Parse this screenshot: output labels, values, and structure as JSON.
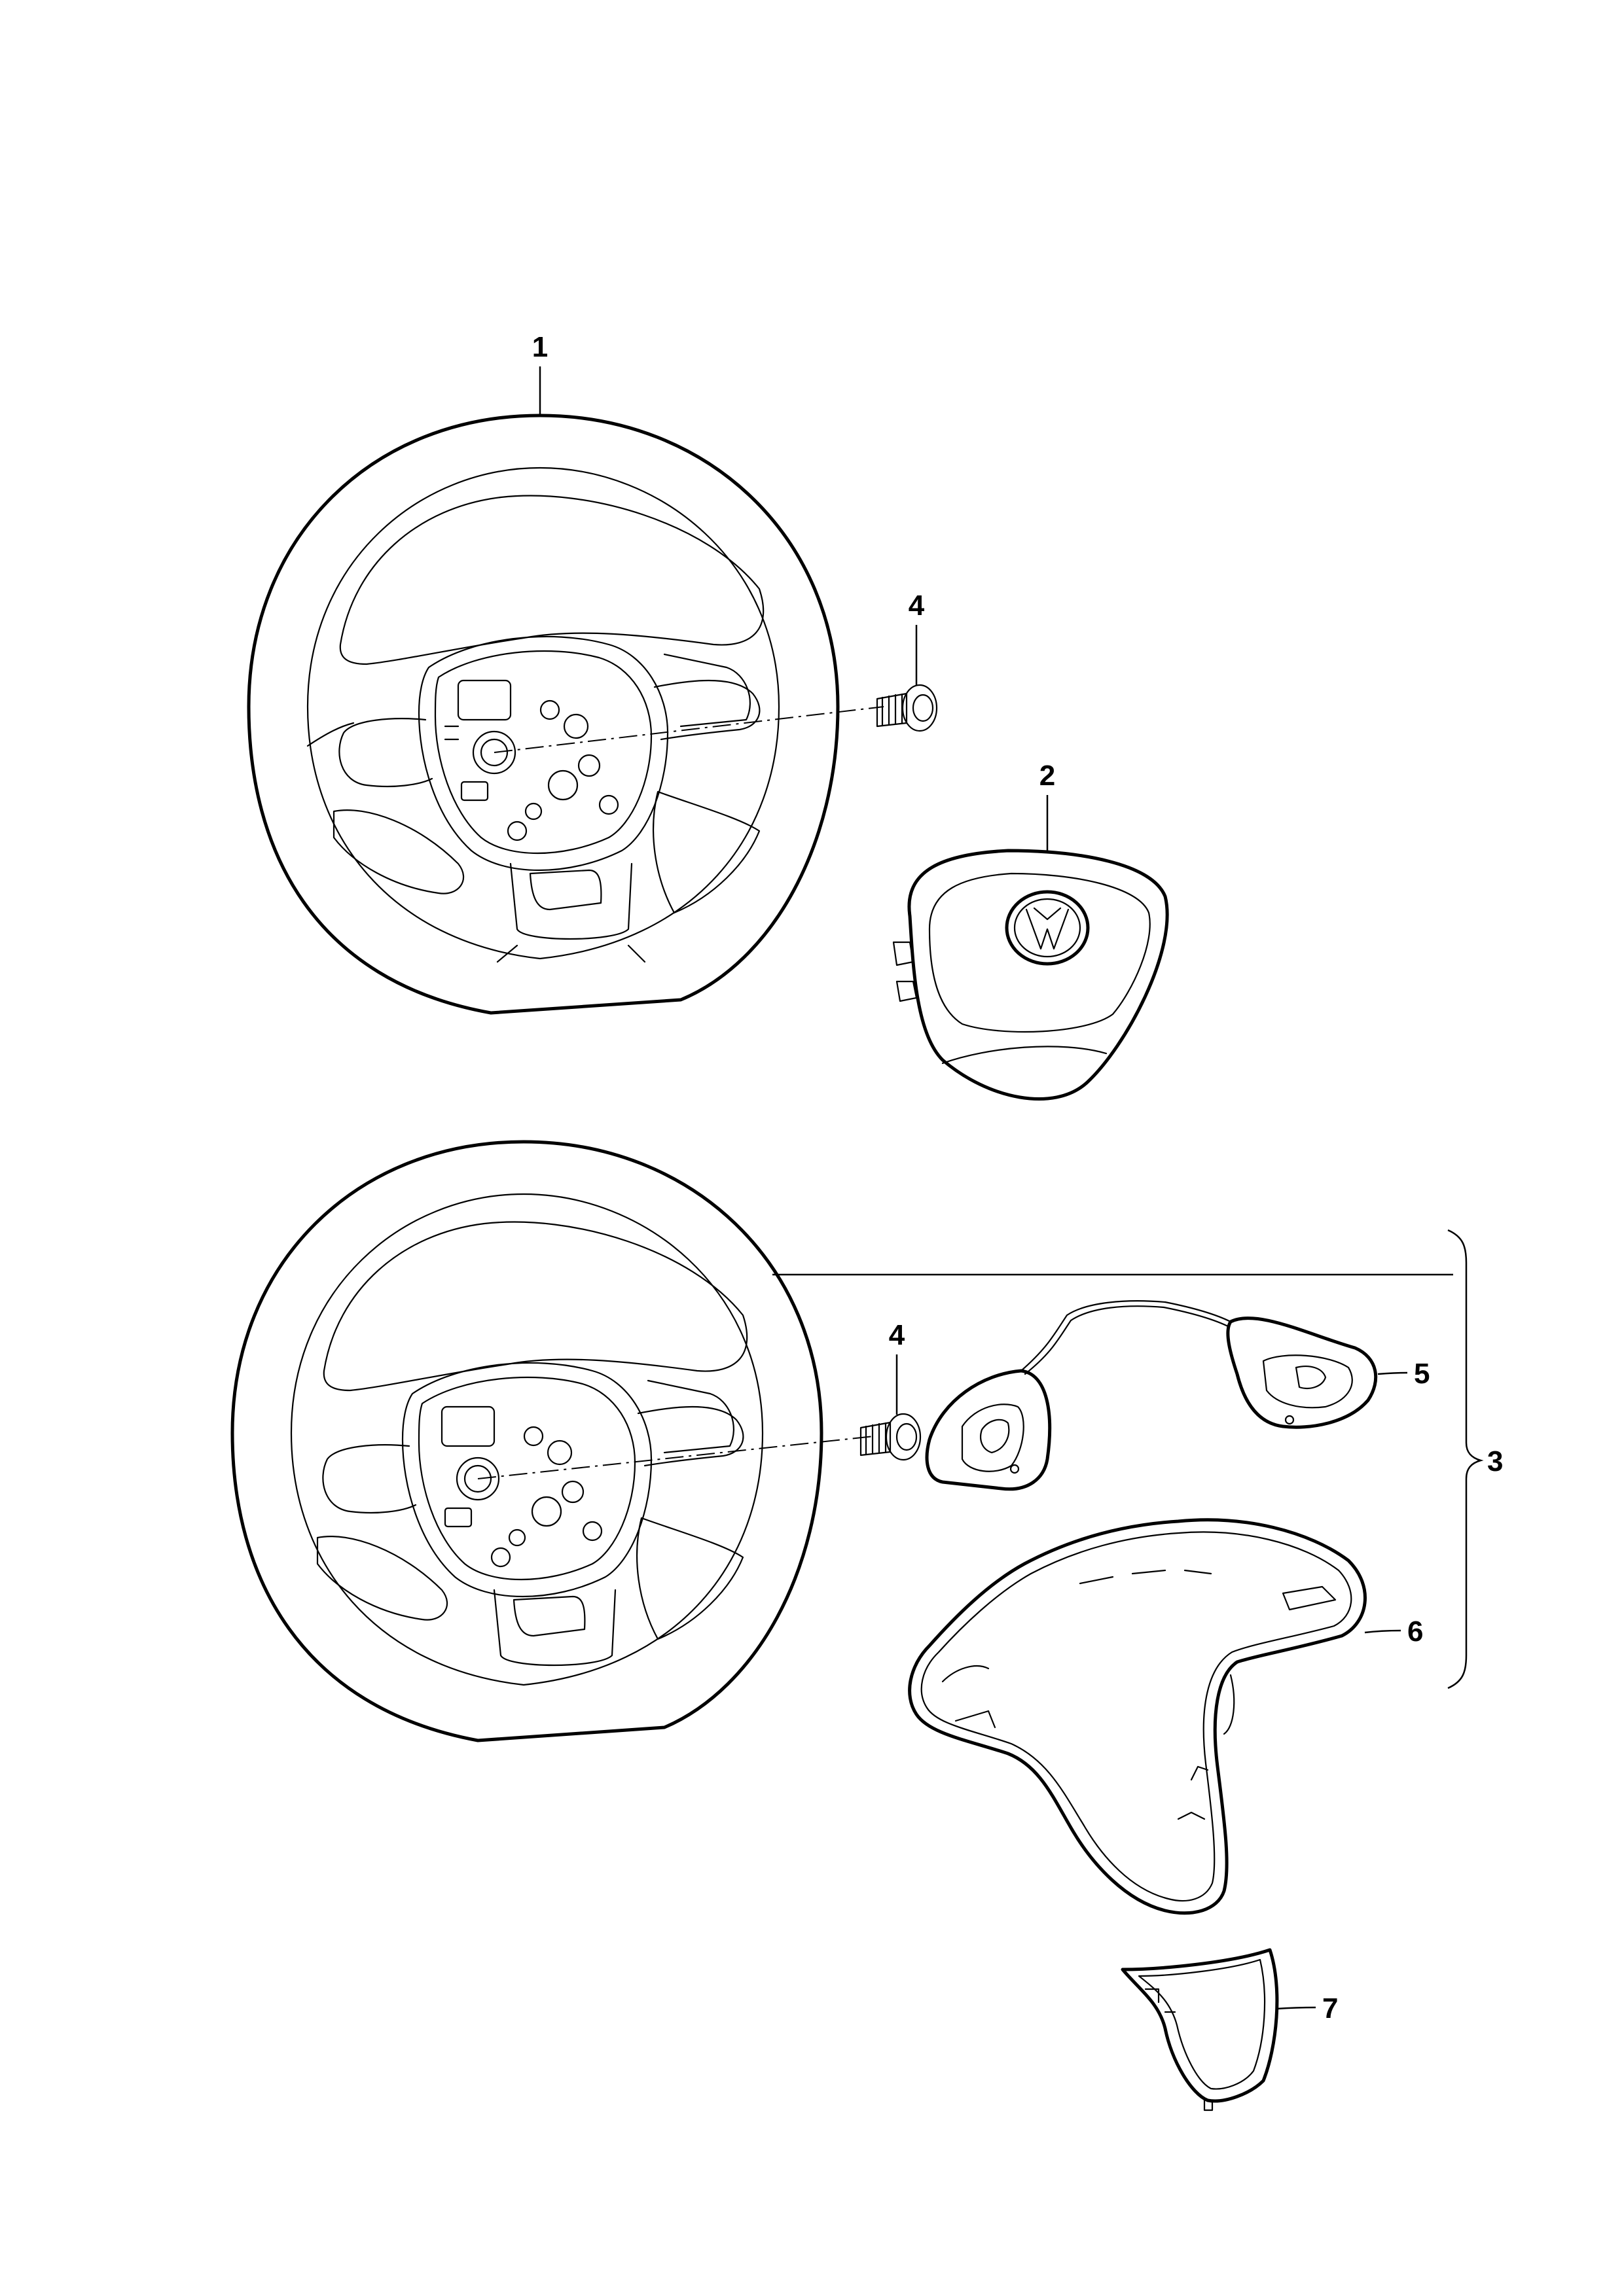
{
  "callouts": {
    "c1": "1",
    "c2": "2",
    "c3": "3",
    "c4a": "4",
    "c4b": "4",
    "c5": "5",
    "c6": "6",
    "c7": "7"
  },
  "icons": {
    "emblem": "vw-logo-icon"
  },
  "colors": {
    "line": "#000000",
    "background": "#ffffff"
  }
}
